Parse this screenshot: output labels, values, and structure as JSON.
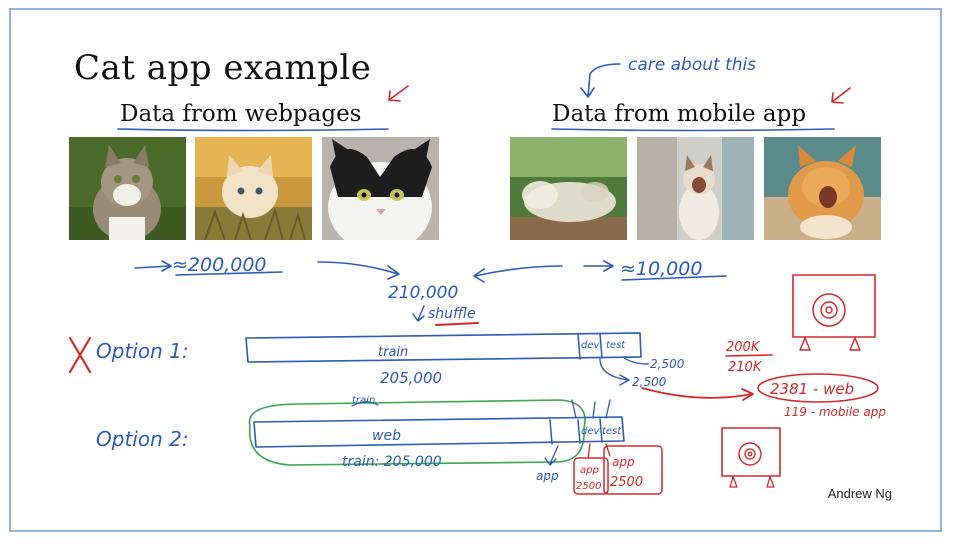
{
  "slide": {
    "title": "Cat app example",
    "left_heading": "Data from webpages",
    "right_heading": "Data from mobile app",
    "author": "Andrew Ng"
  },
  "images": {
    "web": [
      "tabby cat in grass",
      "kitten in dry grass",
      "black and white cat"
    ],
    "mobile": [
      "blurry sleeping cat",
      "blurry cat yawning",
      "blurry orange cat"
    ]
  },
  "annotations": {
    "care_note": "care about this",
    "web_count": "≈200,000",
    "total_count": "210,000",
    "mobile_count": "≈10,000",
    "shuffle": "shuffle",
    "option1_label": "Option 1:",
    "option1_train": "train",
    "option1_dev": "dev",
    "option1_test": "test",
    "option1_train_size": "205,000",
    "option1_dev_size": "2,500",
    "option1_test_size": "2,500",
    "ratio_top": "200K",
    "ratio_bottom": "210K",
    "web_share": "2381 - web",
    "mobile_share": "119 - mobile app",
    "option2_label": "Option 2:",
    "option2_train_top": "train",
    "option2_web": "web",
    "option2_dev": "dev",
    "option2_test": "test",
    "option2_train_size": "train: 205,000",
    "option2_app": "app",
    "option2_dev_app": "app",
    "option2_dev_size": "2500",
    "option2_test_app": "app",
    "option2_test_size": "2500"
  },
  "colors": {
    "blue_ink": "#2a5cb8",
    "red_ink": "#d62828",
    "green_ink": "#3aa84a",
    "frame": "#8fb4e3"
  }
}
